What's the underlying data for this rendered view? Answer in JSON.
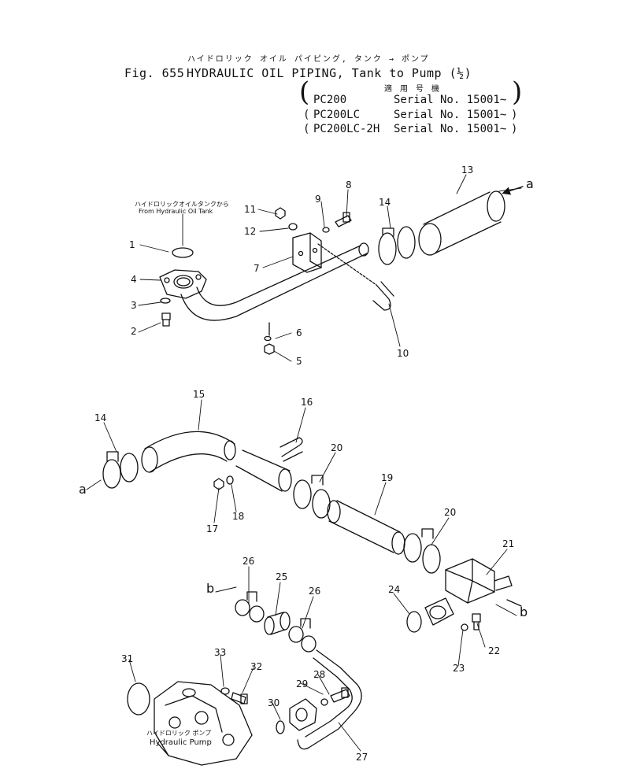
{
  "header": {
    "title_jp": "ハイドロリック オイル パイピング, タンク → ポンプ",
    "fig_label": "Fig. 655",
    "title_en": "HYDRAULIC OIL PIPING, Tank to Pump (½)",
    "applicable_jp": "適 用 号 機",
    "serials": [
      {
        "model": "PC200",
        "serial": "Serial No. 15001~"
      },
      {
        "model": "PC200LC",
        "serial": "Serial No. 15001~"
      },
      {
        "model": "PC200LC-2H",
        "serial": "Serial No. 15001~"
      }
    ]
  },
  "notes": {
    "from_tank_jp": "ハイドロリックオイルタンクから",
    "from_tank_en": "From Hydraulic Oil Tank",
    "pump_jp": "ハイドロリック ポンプ",
    "pump_en": "Hydraulic Pump"
  },
  "connectors": {
    "a": "a",
    "b": "b"
  },
  "callouts": {
    "c1": "1",
    "c2": "2",
    "c3": "3",
    "c4": "4",
    "c5": "5",
    "c6": "6",
    "c7": "7",
    "c8": "8",
    "c9": "9",
    "c10": "10",
    "c11": "11",
    "c12": "12",
    "c13": "13",
    "c14": "14",
    "c15": "15",
    "c16": "16",
    "c17": "17",
    "c18": "18",
    "c19": "19",
    "c20": "20",
    "c21": "21",
    "c22": "22",
    "c23": "23",
    "c24": "24",
    "c25": "25",
    "c26": "26",
    "c27": "27",
    "c28": "28",
    "c29": "29",
    "c30": "30",
    "c31": "31",
    "c32": "32",
    "c33": "33"
  }
}
